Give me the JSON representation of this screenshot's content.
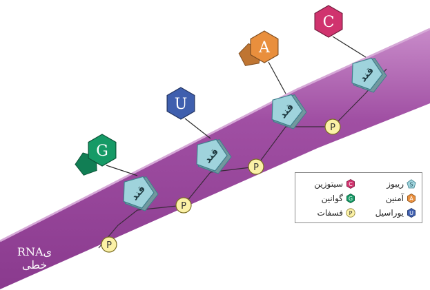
{
  "strand": {
    "label_line1": "RNAی",
    "label_line2": "خطی",
    "band_color": "#a04fa3",
    "band_light": "#c88bc9"
  },
  "nucleotides": [
    {
      "base": "G",
      "base_name": "guanine",
      "base_color": "#159a66",
      "sugar": "قند",
      "phosphate": "P"
    },
    {
      "base": "U",
      "base_name": "uracil",
      "base_color": "#3f5fae",
      "sugar": "قند",
      "phosphate": "P"
    },
    {
      "base": "A",
      "base_name": "adenine",
      "base_color": "#e98f3d",
      "sugar": "قند",
      "phosphate": "P"
    },
    {
      "base": "C",
      "base_name": "cytosine",
      "base_color": "#d0336e",
      "sugar": "قند",
      "phosphate": "P"
    }
  ],
  "sugar_color": "#9fd3dc",
  "phosphate_color": "#fbf1a6",
  "legend": {
    "items": [
      {
        "symbol": "C",
        "label": "سیتوزین",
        "color": "#d0336e",
        "shape": "hexagon",
        "icon": "cytosine-icon"
      },
      {
        "symbol": "S",
        "label": "ریبوز",
        "color": "#9fd3dc",
        "shape": "pentagon",
        "icon": "ribose-icon"
      },
      {
        "symbol": "G",
        "label": "گوانین",
        "color": "#159a66",
        "shape": "hexagon",
        "icon": "guanine-icon"
      },
      {
        "symbol": "A",
        "label": "آمنین",
        "color": "#e98f3d",
        "shape": "hexagon",
        "icon": "adenine-icon"
      },
      {
        "symbol": "P",
        "label": "فسفات",
        "color": "#fbf1a6",
        "shape": "circle",
        "icon": "phosphate-icon"
      },
      {
        "symbol": "U",
        "label": "یوراسیل",
        "color": "#3f5fae",
        "shape": "hexagon",
        "icon": "uracil-icon"
      }
    ]
  }
}
